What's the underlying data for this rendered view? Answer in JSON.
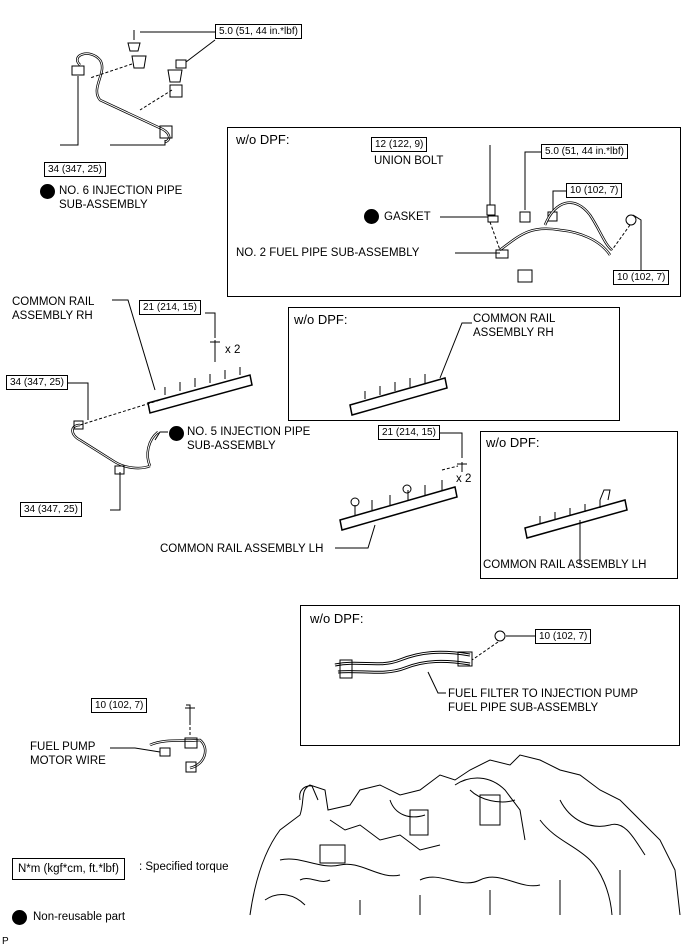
{
  "torque": {
    "t1": "5.0 (51, 44 in.*lbf)",
    "t2": "34 (347, 25)",
    "t3": "12 (122, 9)",
    "t4": "5.0 (51, 44 in.*lbf)",
    "t5": "10 (102, 7)",
    "t6": "10 (102, 7)",
    "t7": "21 (214, 15)",
    "t8": "34 (347, 25)",
    "t9": "34 (347, 25)",
    "t10": "21 (214, 15)",
    "t11": "10 (102, 7)",
    "t12": "10 (102, 7)"
  },
  "labels": {
    "inj6_l1": "NO. 6 INJECTION PIPE",
    "inj6_l2": "SUB-ASSEMBLY",
    "union_bolt": "UNION BOLT",
    "gasket": "GASKET",
    "fuel_pipe2": "NO. 2 FUEL PIPE SUB-ASSEMBLY",
    "rail_rh_l1": "COMMON RAIL",
    "rail_rh_l2": "ASSEMBLY RH",
    "x2_a": "x 2",
    "dpf_rail_rh_l1": "COMMON RAIL",
    "dpf_rail_rh_l2": "ASSEMBLY RH",
    "inj5_l1": "NO. 5 INJECTION PIPE",
    "inj5_l2": "SUB-ASSEMBLY",
    "x2_b": "x 2",
    "rail_lh": "COMMON RAIL ASSEMBLY LH",
    "dpf_rail_lh": "COMMON RAIL ASSEMBLY LH",
    "ff_pipe_l1": "FUEL FILTER TO INJECTION PUMP",
    "ff_pipe_l2": "FUEL PIPE SUB-ASSEMBLY",
    "fpm_l1": "FUEL PUMP",
    "fpm_l2": "MOTOR WIRE",
    "corner": "P"
  },
  "panels": {
    "p1": "w/o DPF:",
    "p2": "w/o DPF:",
    "p3": "w/o DPF:",
    "p4": "w/o DPF:"
  },
  "legend": {
    "unit_box": "N*m (kgf*cm, ft.*lbf)",
    "unit_desc": ": Specified torque",
    "nonreusable": "Non-reusable part"
  }
}
